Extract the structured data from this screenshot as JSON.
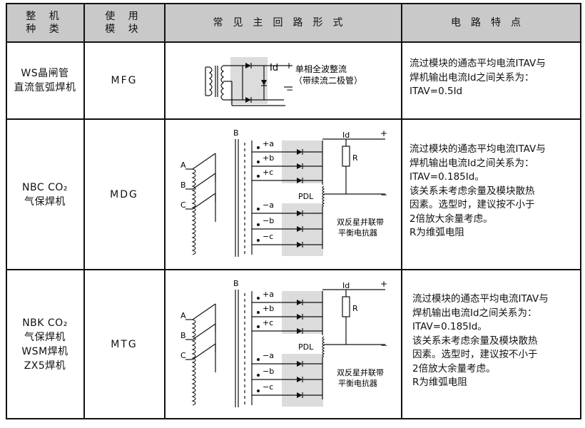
{
  "headers": {
    "welder_type": [
      "整 机",
      "种 类"
    ],
    "module": [
      "使 用",
      "模 块"
    ],
    "circuit": "常见主回路形式",
    "features": "电路特点"
  },
  "rows": [
    {
      "welder": [
        "WS晶闸管",
        "直流氩弧焊机"
      ],
      "module": "MFG",
      "diagram": {
        "labels": {
          "current": "Id",
          "plus": "+",
          "minus": "−"
        },
        "note": [
          "单相全波整流",
          "（带续流二极管）"
        ]
      },
      "features": [
        "流过模块的通态平均电流ITAV与",
        "焊机输出电流Id之间关系为：",
        "ITAV=0.5Id"
      ]
    },
    {
      "welder": [
        "NBC CO₂",
        "气保焊机"
      ],
      "module": "MDG",
      "diagram": {
        "labels": {
          "b": "B",
          "current": "Id",
          "resistor": "R",
          "pdl": "PDL",
          "plus": "+",
          "minus": "−",
          "phases": [
            "A",
            "B",
            "C"
          ],
          "taps_top": [
            "+a",
            "+b",
            "+c"
          ],
          "taps_bottom": [
            "−a",
            "−b",
            "−c"
          ]
        },
        "note": [
          "双反星并联带",
          "平衡电抗器"
        ]
      },
      "features": [
        "流过模块的通态平均电流ITAV与",
        "焊机输出电流Id之间关系为：",
        "ITAV=0.185Id。",
        "该关系未考虑余量及模块散热",
        "因素。选型时，建议按不小于",
        "2倍放大余量考虑。",
        "R为维弧电阻"
      ]
    },
    {
      "welder": [
        "NBK CO₂",
        "气保焊机",
        "WSM焊机",
        "ZX5焊机"
      ],
      "module": "MTG",
      "diagram": {
        "labels": {
          "b": "B",
          "current": "Id",
          "resistor": "R",
          "pdl": "PDL",
          "plus": "+",
          "minus": "−",
          "phases": [
            "A",
            "B",
            "C"
          ],
          "taps_top": [
            "+a",
            "+b",
            "+c"
          ],
          "taps_bottom": [
            "−a",
            "−b",
            "−c"
          ]
        },
        "note": [
          "双反星并联带",
          "平衡电抗器"
        ]
      },
      "features": [
        "流过模块的通态平均电流ITAV与",
        "焊机输出电流Id之间关系为：",
        "ITAV=0.185Id。",
        "该关系未考虑余量及模块散热",
        "因素。选型时，建议按不小于",
        "2倍放大余量考虑。",
        "R为维弧电阻"
      ]
    }
  ]
}
